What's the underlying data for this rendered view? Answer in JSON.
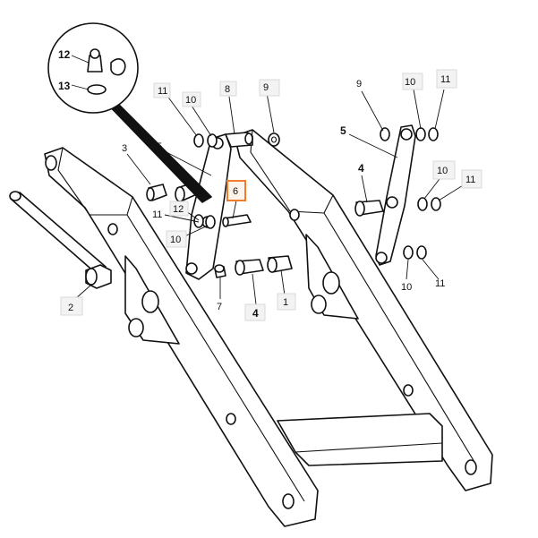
{
  "callouts": {
    "inset_12": "12",
    "inset_13": "13",
    "l11_top": "11",
    "l10_top": "10",
    "l8_top": "8",
    "l9_top": "9",
    "l3": "3",
    "l5_mid": "5",
    "l6_highlight": "6",
    "l12_mid": "12",
    "l11_mid": "11",
    "l10_mid": "10",
    "l2": "2",
    "l7": "7",
    "l4_mid": "4",
    "l1": "1",
    "l9_right": "9",
    "l10_right_top": "10",
    "l11_right_top": "11",
    "l5_right": "5",
    "l4_right": "4",
    "l10_right_mid": "10",
    "l11_right_mid": "11",
    "l10_right_bot": "10",
    "l11_right_bot": "11"
  },
  "highlight_color": "#f07c2c"
}
